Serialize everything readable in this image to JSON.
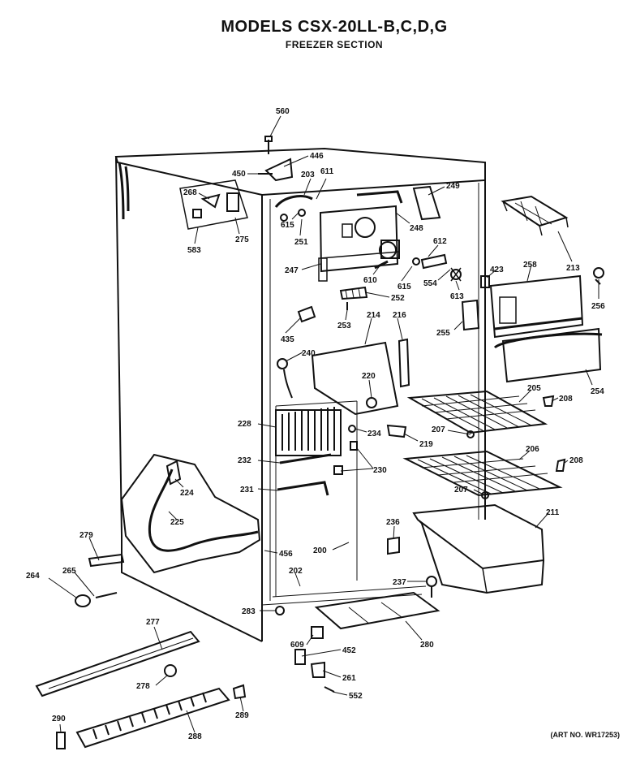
{
  "title": "MODELS CSX-20LL-B,C,D,G",
  "subtitle": "FREEZER SECTION",
  "art_no": "(ART NO. WR17253)",
  "parts": [
    {
      "id": "p560",
      "label": "560"
    },
    {
      "id": "p446",
      "label": "446"
    },
    {
      "id": "p450",
      "label": "450"
    },
    {
      "id": "p203",
      "label": "203"
    },
    {
      "id": "p611",
      "label": "611"
    },
    {
      "id": "p268",
      "label": "268"
    },
    {
      "id": "p249",
      "label": "249"
    },
    {
      "id": "p615a",
      "label": "615"
    },
    {
      "id": "p251",
      "label": "251"
    },
    {
      "id": "p248",
      "label": "248"
    },
    {
      "id": "p275",
      "label": "275"
    },
    {
      "id": "p583",
      "label": "583"
    },
    {
      "id": "p612",
      "label": "612"
    },
    {
      "id": "p213",
      "label": "213"
    },
    {
      "id": "p247",
      "label": "247"
    },
    {
      "id": "p610",
      "label": "610"
    },
    {
      "id": "p615b",
      "label": "615"
    },
    {
      "id": "p554",
      "label": "554"
    },
    {
      "id": "p423",
      "label": "423"
    },
    {
      "id": "p258",
      "label": "258"
    },
    {
      "id": "p252",
      "label": "252"
    },
    {
      "id": "p613",
      "label": "613"
    },
    {
      "id": "p256",
      "label": "256"
    },
    {
      "id": "p253",
      "label": "253"
    },
    {
      "id": "p214",
      "label": "214"
    },
    {
      "id": "p216",
      "label": "216"
    },
    {
      "id": "p435",
      "label": "435"
    },
    {
      "id": "p255",
      "label": "255"
    },
    {
      "id": "p240",
      "label": "240"
    },
    {
      "id": "p220",
      "label": "220"
    },
    {
      "id": "p254",
      "label": "254"
    },
    {
      "id": "p205",
      "label": "205"
    },
    {
      "id": "p208a",
      "label": "208"
    },
    {
      "id": "p228",
      "label": "228"
    },
    {
      "id": "p234",
      "label": "234"
    },
    {
      "id": "p207a",
      "label": "207"
    },
    {
      "id": "p219",
      "label": "219"
    },
    {
      "id": "p206",
      "label": "206"
    },
    {
      "id": "p232",
      "label": "232"
    },
    {
      "id": "p230",
      "label": "230"
    },
    {
      "id": "p208b",
      "label": "208"
    },
    {
      "id": "p224",
      "label": "224"
    },
    {
      "id": "p231",
      "label": "231"
    },
    {
      "id": "p207b",
      "label": "207"
    },
    {
      "id": "p211",
      "label": "211"
    },
    {
      "id": "p225",
      "label": "225"
    },
    {
      "id": "p236",
      "label": "236"
    },
    {
      "id": "p279",
      "label": "279"
    },
    {
      "id": "p456",
      "label": "456"
    },
    {
      "id": "p200",
      "label": "200"
    },
    {
      "id": "p264",
      "label": "264"
    },
    {
      "id": "p265",
      "label": "265"
    },
    {
      "id": "p202",
      "label": "202"
    },
    {
      "id": "p237",
      "label": "237"
    },
    {
      "id": "p283",
      "label": "283"
    },
    {
      "id": "p277",
      "label": "277"
    },
    {
      "id": "p609",
      "label": "609"
    },
    {
      "id": "p280",
      "label": "280"
    },
    {
      "id": "p452",
      "label": "452"
    },
    {
      "id": "p278",
      "label": "278"
    },
    {
      "id": "p261",
      "label": "261"
    },
    {
      "id": "p552",
      "label": "552"
    },
    {
      "id": "p290",
      "label": "290"
    },
    {
      "id": "p289",
      "label": "289"
    },
    {
      "id": "p288",
      "label": "288"
    }
  ]
}
